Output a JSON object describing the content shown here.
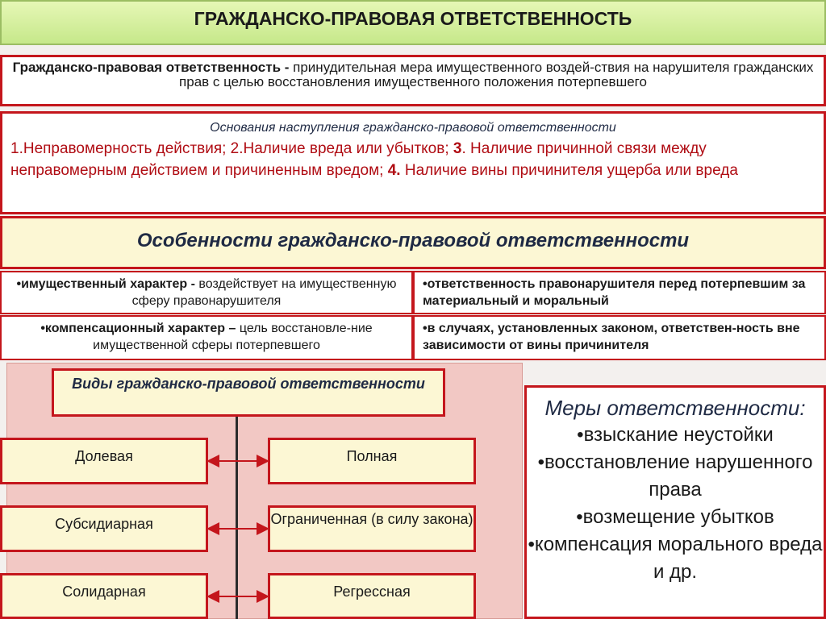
{
  "title": "ГРАЖДАНСКО-ПРАВОВАЯ  ОТВЕТСТВЕННОСТЬ",
  "definition": {
    "term": "Гражданско-правовая ответственность  -",
    "text": " принудительная мера имущественного воздей-ствия на нарушителя гражданских  прав с целью восстановления  имущественного положения потерпевшего"
  },
  "grounds": {
    "heading": "Основания наступления    гражданско-правовой ответственности",
    "p1": "1.Неправомерность действия; 2.Наличие  вреда или убытков; ",
    "n3": "3",
    "p2": ". Наличие причинной связи между неправомерным действием и причиненным вредом; ",
    "n4": "4.",
    "p3": "  Наличие вины причинителя ущерба или вреда"
  },
  "features": {
    "heading": "Особенности гражданско-правовой ответственности",
    "f1_bold": "•имущественный характер - ",
    "f1_text": "воздействует на имущественную сферу правонарушителя",
    "f2_bold": "•компенсационный характер – ",
    "f2_text": "цель восстановле-ние имущественной сферы потерпевшего",
    "f3": "•ответственность правонарушителя перед потерпевшим за материальный и моральный",
    "f4": "•в случаях, установленных законом, ответствен-ность вне зависимости от вины причинителя"
  },
  "types": {
    "heading": "Виды гражданско-правовой ответственности",
    "left": [
      "Долевая",
      "Субсидиарная",
      "Солидарная"
    ],
    "right": [
      "Полная",
      "Ограниченная (в силу закона)",
      "Регрессная"
    ]
  },
  "measures": {
    "heading": "Меры ответственности:",
    "items": [
      "•взыскание неустойки",
      "•восстановление нарушенного права",
      "•возмещение убытков",
      "•компенсация морального вреда и др."
    ]
  },
  "colors": {
    "accent_red": "#c4161c",
    "title_green": "#c6e88a",
    "cream": "#fcf7d4",
    "pink": "#f2c8c4"
  }
}
